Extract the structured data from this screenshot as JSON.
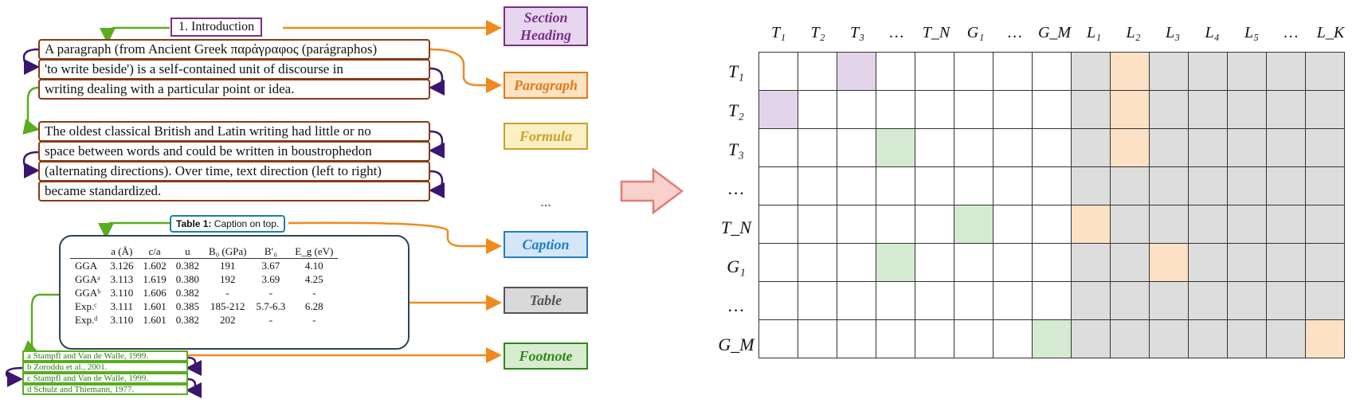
{
  "left_panel": {
    "section_heading_text": "1.   Introduction",
    "paragraph1_lines": [
      "A paragraph (from Ancient Greek παράγραφος (parágraphos)",
      "'to write beside') is a self-contained unit of discourse in",
      "writing dealing with a particular point or idea."
    ],
    "paragraph2_lines": [
      "The oldest classical British and Latin writing had little or no",
      "space between words and could be written in boustrophedon",
      "(alternating directions). Over time, text direction (left to right)",
      "became standardized."
    ],
    "caption": {
      "bold": "Table 1:",
      "text": " Caption on top."
    },
    "table": {
      "headers": [
        "",
        "a (Å)",
        "c/a",
        "u",
        "B₀ (GPa)",
        "B′₀",
        "E_g (eV)"
      ],
      "rows": [
        [
          "GGA",
          "3.126",
          "1.602",
          "0.382",
          "191",
          "3.67",
          "4.10"
        ],
        [
          "GGAᵃ",
          "3.113",
          "1.619",
          "0.380",
          "192",
          "3.69",
          "4.25"
        ],
        [
          "GGAᵇ",
          "3.110",
          "1.606",
          "0.382",
          "-",
          "-",
          "-"
        ],
        [
          "Exp.ᶜ",
          "3.111",
          "1.601",
          "0.385",
          "185-212",
          "5.7-6.3",
          "6.28"
        ],
        [
          "Exp.ᵈ",
          "3.110",
          "1.601",
          "0.382",
          "202",
          "-",
          "-"
        ]
      ]
    },
    "footnotes": [
      "a  Stampfl and Van de Walle, 1999.",
      "b  Zoroddu et al., 2001.",
      "c  Stampfl and Van de Walle, 1999.",
      "d  Schulz and Thiemann, 1977."
    ],
    "legend": [
      {
        "label": "Section Heading",
        "color": "#7a2f86",
        "bg": "#e6d6ee"
      },
      {
        "label": "Paragraph",
        "color": "#e07b1a",
        "bg": "#fde3c4"
      },
      {
        "label": "Formula",
        "color": "#c9a227",
        "bg": "#fbefc4"
      },
      {
        "label": "...",
        "color": "#555555",
        "bg": "#ffffff"
      },
      {
        "label": "Caption",
        "color": "#1f7ec8",
        "bg": "#d4e6f8"
      },
      {
        "label": "Table",
        "color": "#555555",
        "bg": "#d9d9d9"
      },
      {
        "label": "Footnote",
        "color": "#2e8a1a",
        "bg": "#d8ecd0"
      }
    ]
  },
  "matrix": {
    "col_headers": [
      "T₁",
      "T₂",
      "T₃",
      "…",
      "T_N",
      "G₁",
      "…",
      "G_M",
      "L₁",
      "L₂",
      "L₃",
      "L₄",
      "L₅",
      "…",
      "L_K"
    ],
    "row_headers": [
      "T₁",
      "T₂",
      "T₃",
      "…",
      "T_N",
      "G₁",
      "…",
      "G_M"
    ],
    "colors": {
      "purple": "#e3d4ea",
      "green": "#d6e9d2",
      "orange": "#fde1c4",
      "gray": "#dddddd"
    },
    "highlights": [
      {
        "row": 0,
        "col": 2,
        "color": "purple"
      },
      {
        "row": 0,
        "col": 9,
        "color": "orange"
      },
      {
        "row": 1,
        "col": 0,
        "color": "purple"
      },
      {
        "row": 1,
        "col": 9,
        "color": "orange"
      },
      {
        "row": 2,
        "col": 3,
        "color": "green"
      },
      {
        "row": 2,
        "col": 9,
        "color": "orange"
      },
      {
        "row": 4,
        "col": 5,
        "color": "green"
      },
      {
        "row": 4,
        "col": 8,
        "color": "orange"
      },
      {
        "row": 5,
        "col": 3,
        "color": "green"
      },
      {
        "row": 5,
        "col": 10,
        "color": "orange"
      },
      {
        "row": 7,
        "col": 7,
        "color": "green"
      },
      {
        "row": 7,
        "col": 14,
        "color": "orange"
      }
    ],
    "gray_col_start": 8
  }
}
